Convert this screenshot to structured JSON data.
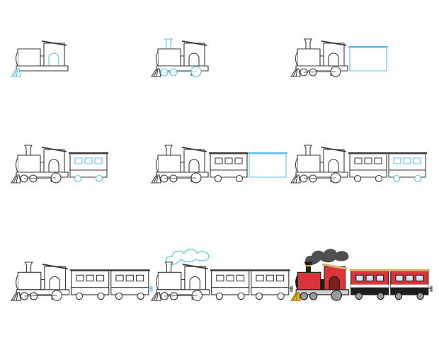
{
  "colors": {
    "line": "#3a3a3a",
    "highlight": "#5bc0e6",
    "body_red": "#d9353b",
    "roof_tan": "#d8b26a",
    "window_blue": "#d3e6f2",
    "cowcatcher_yellow": "#e6b421",
    "smoke_gray": "#4f4f4f",
    "chassis_black": "#1e1e1e",
    "stripe_white": "#ffffff",
    "wheel_gray": "#9a9a9a"
  },
  "steps": [
    {
      "step": 1,
      "cars": 0,
      "highlight": [
        "cowcatcher",
        "door"
      ],
      "partial": true
    },
    {
      "step": 2,
      "cars": 0,
      "highlight": [
        "chimney",
        "wheels"
      ]
    },
    {
      "step": 3,
      "cars": 1,
      "highlight": [
        "car1-body"
      ],
      "car_outline_only": true
    },
    {
      "step": 4,
      "cars": 1,
      "highlight": [
        "car1-windows",
        "car1-wheels"
      ]
    },
    {
      "step": 5,
      "cars": 2,
      "highlight": [
        "car2-body"
      ],
      "car_outline_only": true
    },
    {
      "step": 6,
      "cars": 2,
      "highlight": [
        "car2-windows",
        "car2-wheels"
      ]
    },
    {
      "step": 7,
      "cars": 2,
      "highlight": [
        "buffer"
      ]
    },
    {
      "step": 8,
      "cars": 2,
      "highlight": [
        "smoke"
      ],
      "smoke": true
    },
    {
      "step": 9,
      "cars": 2,
      "highlight": [],
      "smoke": true,
      "colored": true
    }
  ]
}
